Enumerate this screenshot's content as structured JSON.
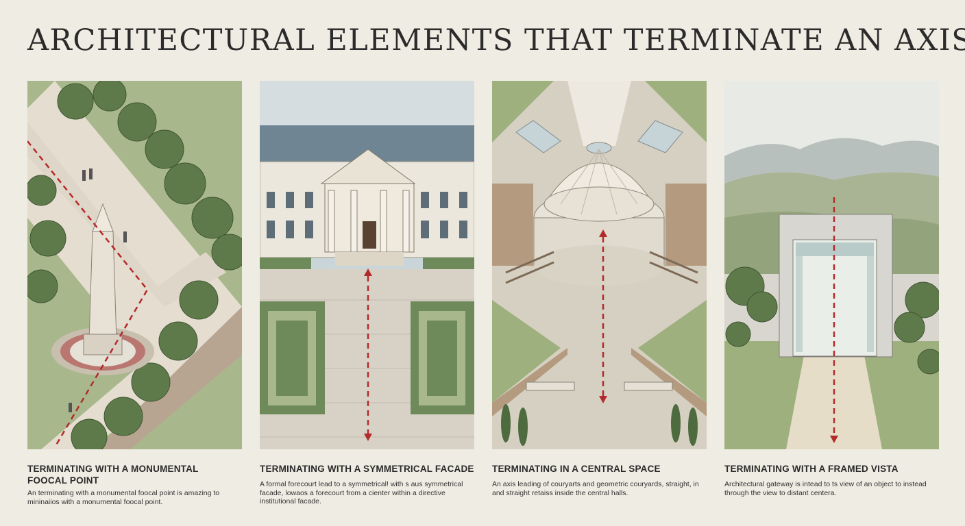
{
  "title": "ARCHITECTURAL ELEMENTS THAT TERMINATE AN AXIS",
  "colors": {
    "background": "#efece3",
    "axis_line": "#b32a2a",
    "foliage": "#6f8a5a",
    "lawn": "#9fb07f",
    "stone": "#e6e1d6"
  },
  "panels": [
    {
      "heading_line1": "TERMINATING WITH A MONUMENTAL",
      "heading_line2": "FOOCAL POINT",
      "body": "An terminating with a monumental foocal point is amazing to mininaiios with a monumental foocal point."
    },
    {
      "heading_line1": "TERMINATING WITH A SYMMETRICAL FACADE",
      "heading_line2": "",
      "body": "A formal forecourt lead to a symmetrical! with s aus symmetrical facade, lowaos a forecourt from a cienter within a directive institutional facade."
    },
    {
      "heading_line1": "TERMINATING IN A CENTRAL SPACE",
      "heading_line2": "",
      "body": "An axis leading of couryarts and geometric couryards, straight, in and straight retaiss inside the central halls."
    },
    {
      "heading_line1": "TERMINATING WITH A FRAMED VISTA",
      "heading_line2": "",
      "body": "Architectural gateway is intead to ts view of an object to instead through the view to distant centera."
    }
  ]
}
